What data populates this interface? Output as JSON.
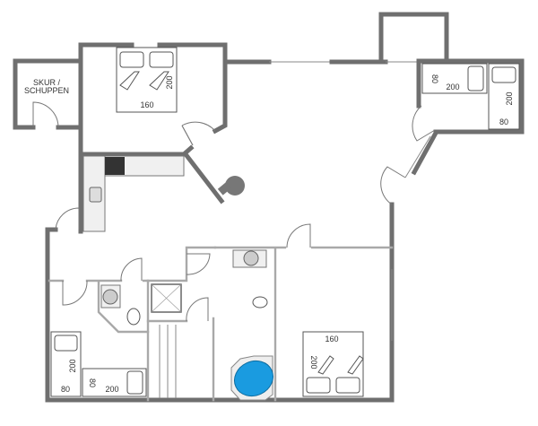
{
  "rooms": {
    "shed": {
      "label_line1": "SKUR /",
      "label_line2": "SCHUPPEN"
    },
    "bedroom_top": {
      "bed_width": "160",
      "bed_length": "200"
    },
    "bedroom_right_top": {
      "bed1_width": "80",
      "bed1_length": "200",
      "bed2_width": "80",
      "bed2_length": "200"
    },
    "bedroom_left_bottom": {
      "bed1_width": "80",
      "bed1_length": "200",
      "bed2_width": "80",
      "bed2_length": "200"
    },
    "bedroom_bottom_right": {
      "bed_width": "160",
      "bed_length": "200"
    }
  },
  "colors": {
    "wall": "#6f6f6f",
    "bathtub": "#1a9be0",
    "cooktop": "#333333"
  }
}
